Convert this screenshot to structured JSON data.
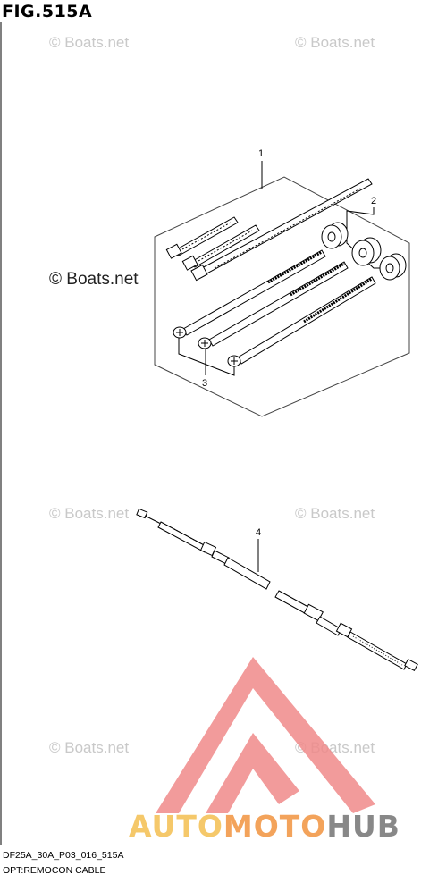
{
  "figure": {
    "title": "FIG.515A",
    "code": "DF25A_30A_P03_016_515A",
    "caption": "OPT:REMOCON CABLE"
  },
  "watermark": {
    "text": "© Boats.net"
  },
  "parts": [
    {
      "number": "1"
    },
    {
      "number": "2"
    },
    {
      "number": "3"
    },
    {
      "number": "4"
    }
  ],
  "brand": {
    "part1": "AUTO",
    "part2": "MOTO",
    "part3": "HUB",
    "colors": {
      "auto": "#f5c86a",
      "moto": "#f3a35b",
      "hub": "#888888",
      "logo": "#f08a8a"
    }
  }
}
